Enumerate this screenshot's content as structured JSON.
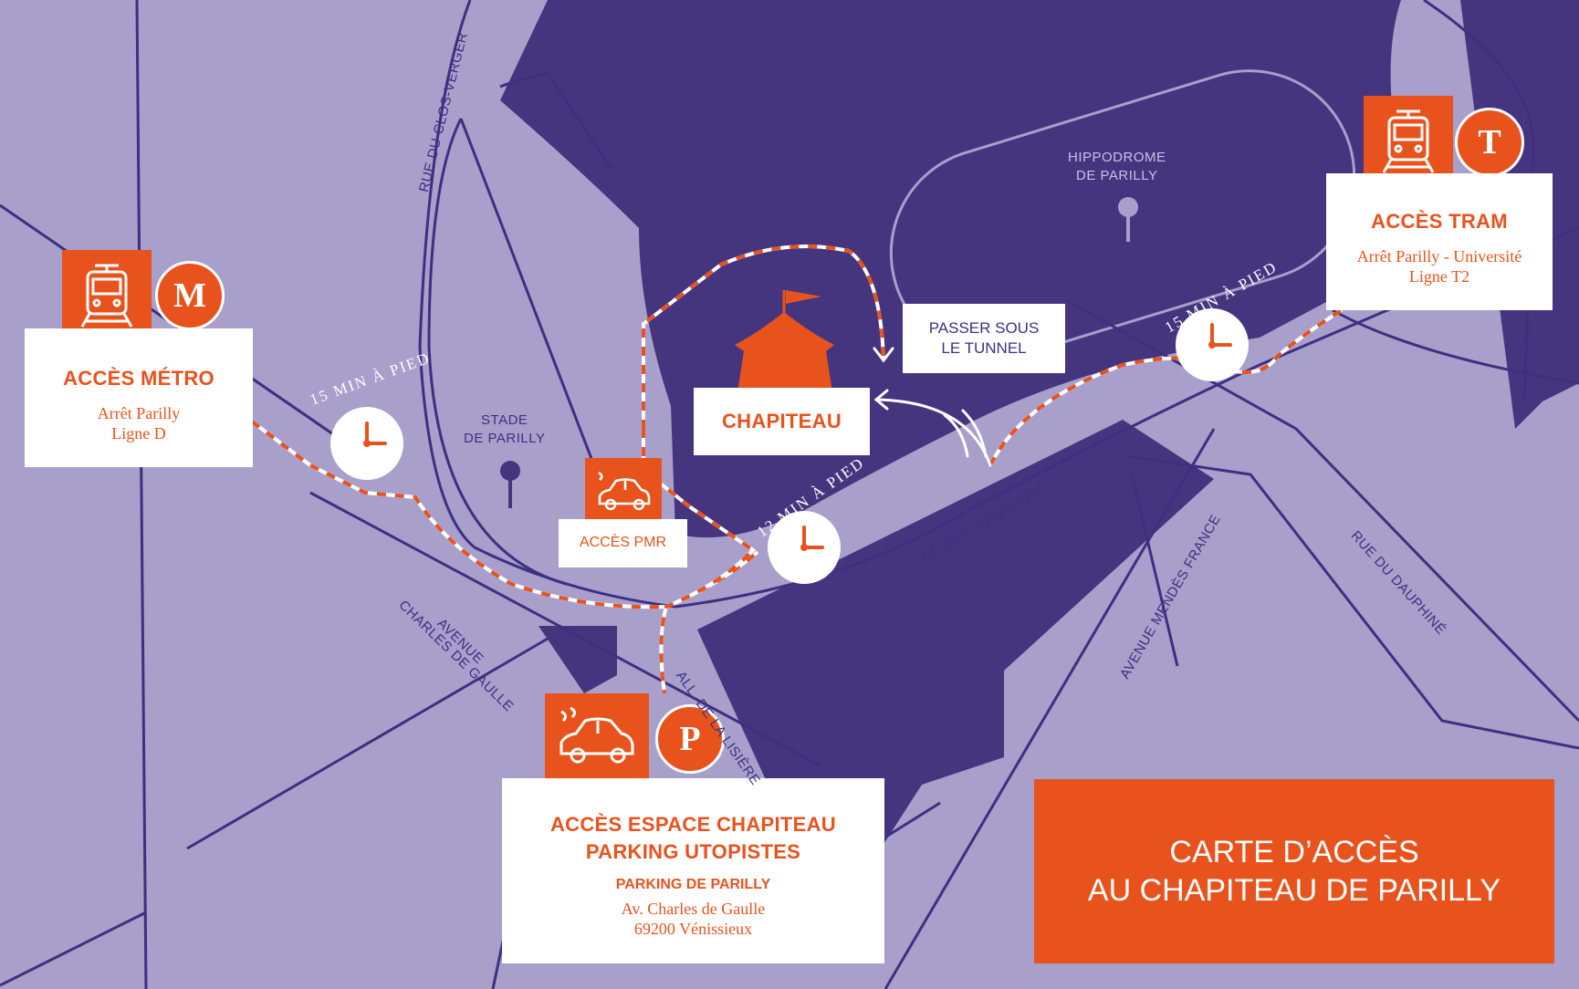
{
  "colors": {
    "background": "#a89fcb",
    "park": "#45357f",
    "road": "#3f2f80",
    "accent": "#e8531d",
    "card": "#ffffff"
  },
  "title": {
    "line1": "CARTE D’ACCÈS",
    "line2": "AU CHAPITEAU DE PARILLY"
  },
  "metro": {
    "badge": "M",
    "title": "ACCÈS MÉTRO",
    "stop": "Arrêt Parilly",
    "line": "Ligne D",
    "icon": "train-icon"
  },
  "tram": {
    "badge": "T",
    "title": "ACCÈS TRAM",
    "stop": "Arrêt Parilly - Université",
    "line": "Ligne T2",
    "icon": "tram-icon"
  },
  "parking": {
    "badge": "P",
    "title1": "ACCÈS ESPACE CHAPITEAU",
    "title2": "PARKING UTOPISTES",
    "name": "PARKING DE PARILLY",
    "address1": "Av. Charles de Gaulle",
    "address2": "69200 Vénissieux",
    "icon": "car-icon"
  },
  "pmr": {
    "label": "ACCÈS PMR",
    "icon": "car-icon"
  },
  "chapiteau": {
    "label": "CHAPITEAU",
    "icon": "circus-tent-icon"
  },
  "tunnel": {
    "line1": "PASSER SOUS",
    "line2": "LE TUNNEL"
  },
  "walks": {
    "metro": "15 MIN À PIED",
    "tram": "15 MIN À PIED",
    "parking": "12 MIN À PIED"
  },
  "places": {
    "hippodrome1": "HIPPODROME",
    "hippodrome2": "DE PARILLY",
    "stade1": "STADE",
    "stade2": "DE PARILLY",
    "clos_verger": "RUE DU CLOS-VERGER",
    "turfistes": "BD DES TURFISTES",
    "mendes_france": "AVENUE MENDÈS FRANCE",
    "dauphine": "RUE DU DAUPHINÉ",
    "lisiere": "ALL. DE LA LISIÈRE",
    "charles1": "AVENUE",
    "charles2": "CHARLES DE GAULLE"
  }
}
